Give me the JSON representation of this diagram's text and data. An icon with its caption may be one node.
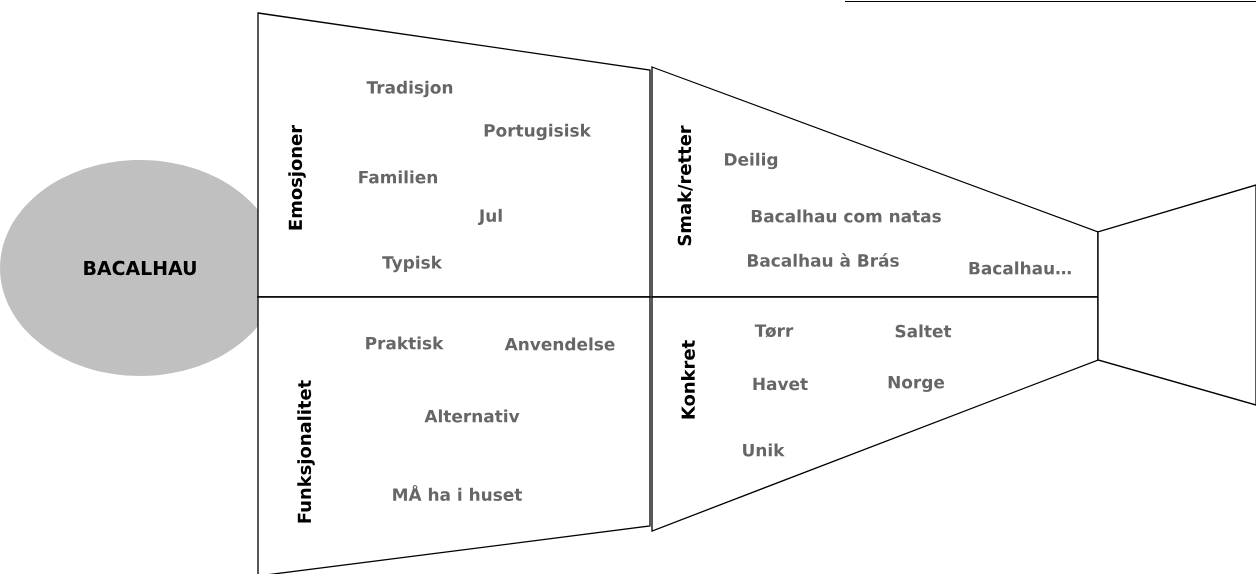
{
  "diagram": {
    "nodes": [
      {
        "text": [
          "BACALHAU"
        ]
      },
      {
        "text": [
          "Emosjoner",
          "Tradisjon",
          "Portugisisk",
          "Familien",
          "Jul",
          "Typisk"
        ]
      },
      {
        "text": [
          "Funksjonalitet",
          "Praktisk",
          "Anvendelse",
          "Alternativ",
          "MÅ ha i huset"
        ]
      },
      {
        "text": [
          "Smak/retter",
          "Deilig",
          "Bacalhau com natas",
          "Bacalhau à Brás",
          "Bacalhau…"
        ]
      },
      {
        "text": [
          "Konkret",
          "Tørr",
          "Saltet",
          "Havet",
          "Norge",
          "Unik"
        ]
      },
      {
        "text": [],
        "shape": "box"
      }
    ]
  }
}
